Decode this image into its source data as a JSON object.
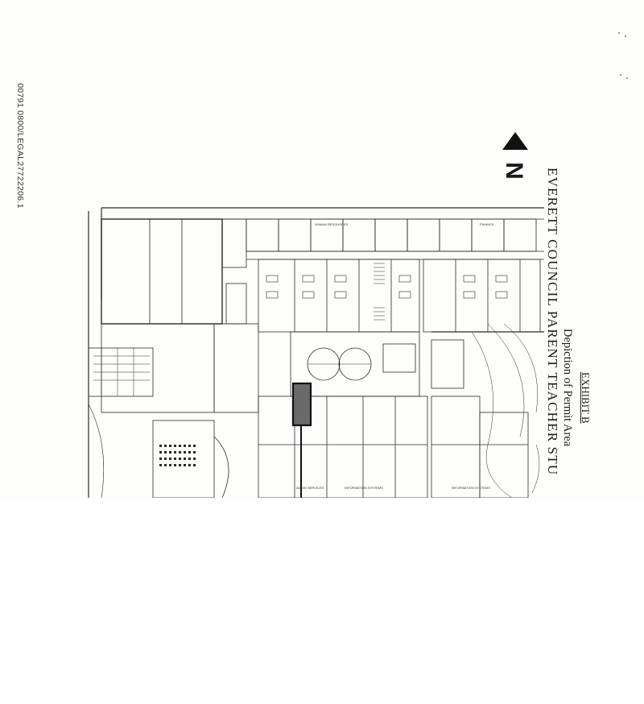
{
  "document": {
    "doc_id": "00791 0800/LEGAL27722206.1",
    "exhibit_label": "EXHIBIT B",
    "description": "Depiction of Permit Area",
    "organization": "EVERETT COUNCIL PARENT TEACHER STU",
    "north_label": "N"
  },
  "floor_plan": {
    "room_labels": [
      "ADMIN SERVICES",
      "INFORMATION SYSTEMS",
      "INFORMATION SYSTEMS",
      "FINANCE",
      "HUMAN RESOURCES"
    ],
    "permit_area_highlight": true
  }
}
